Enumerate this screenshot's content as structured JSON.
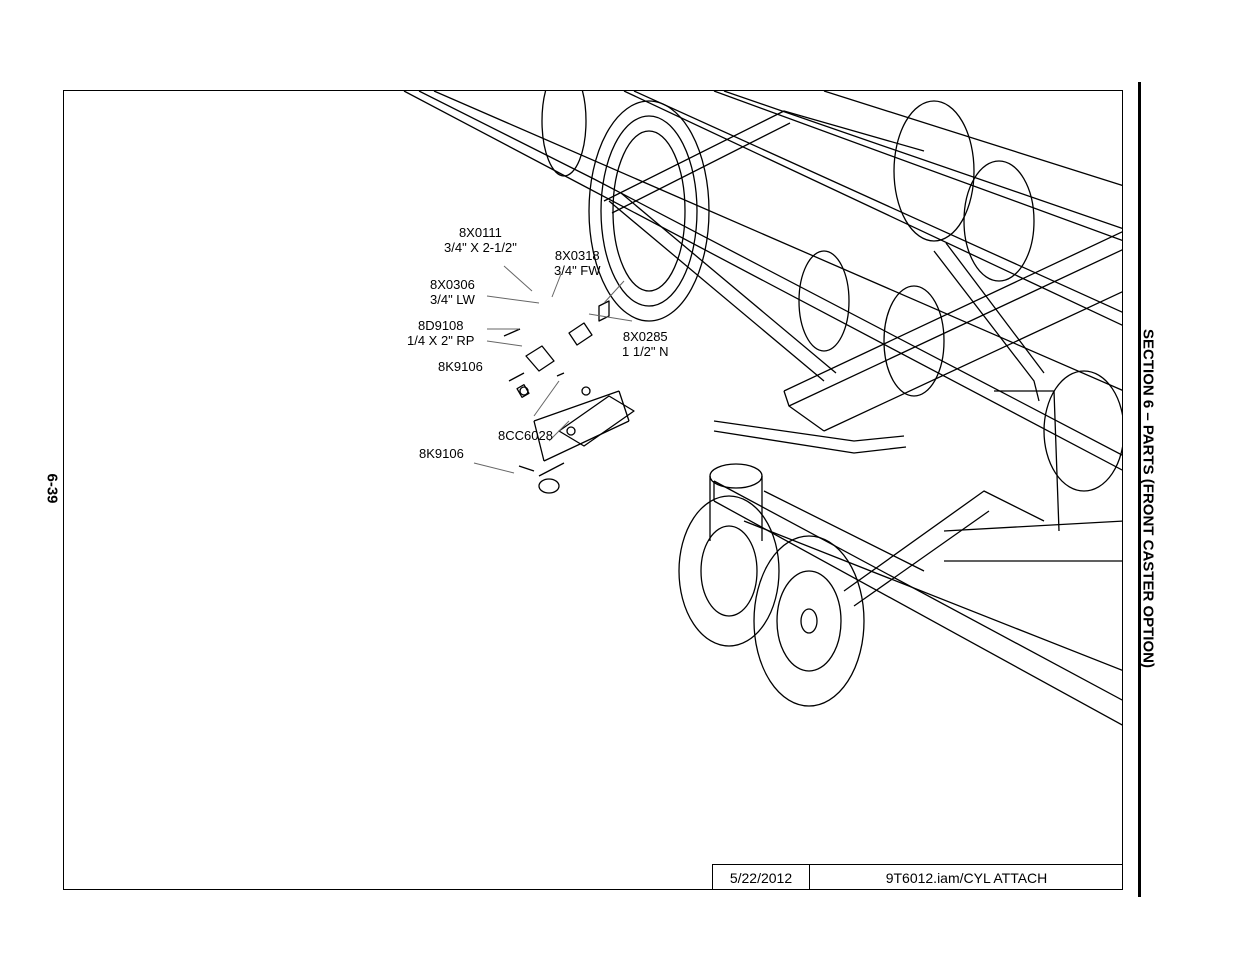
{
  "page": {
    "number": "6-39",
    "section_title": "SECTION 6 – PARTS (FRONT CASTER OPTION)"
  },
  "callouts": [
    {
      "part": "8X0111",
      "desc": "3/4\" X 2-1/2\""
    },
    {
      "part": "8X0318",
      "desc": "3/4\" FW"
    },
    {
      "part": "8X0306",
      "desc": "3/4\" LW"
    },
    {
      "part": "8D9108",
      "desc": "1/4 X 2\" RP"
    },
    {
      "part": "8X0285",
      "desc": "1 1/2\" N"
    },
    {
      "part": "8K9106",
      "desc": ""
    },
    {
      "part": "8CC6028",
      "desc": ""
    },
    {
      "part": "8K9106",
      "desc": ""
    }
  ],
  "title_block": {
    "date": "5/22/2012",
    "file": "9T6012.iam/CYL ATTACH"
  },
  "colors": {
    "line": "#000000",
    "leader": "#666666",
    "background": "#ffffff"
  }
}
